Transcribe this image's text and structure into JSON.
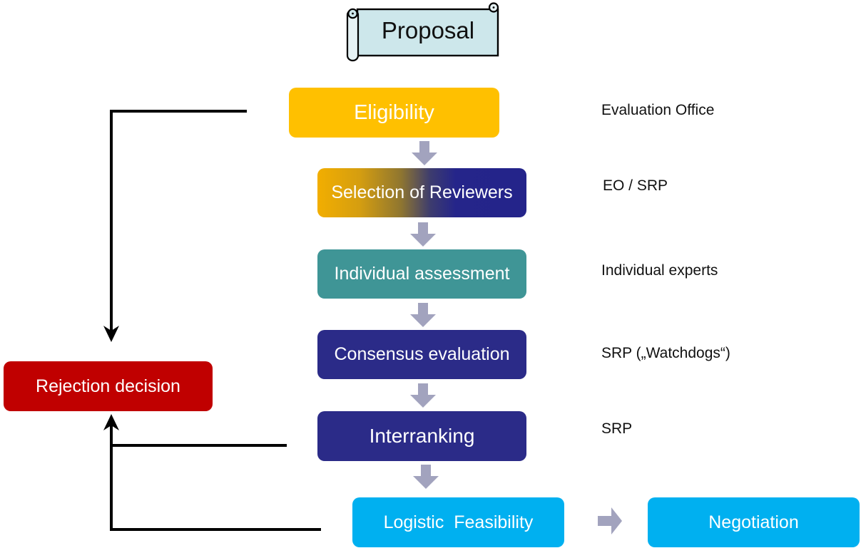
{
  "proposal": {
    "label": "Proposal"
  },
  "steps": [
    {
      "label": "Eligibility",
      "actor": "Evaluation Office"
    },
    {
      "label": "Selection of Reviewers",
      "actor": "EO / SRP"
    },
    {
      "label": "Individual assessment",
      "actor": "Individual experts"
    },
    {
      "label": "Consensus evaluation",
      "actor": "SRP („Watchdogs“)"
    },
    {
      "label": "Interranking",
      "actor": "SRP"
    },
    {
      "label": "Logistic  Feasibility",
      "actor": ""
    }
  ],
  "outcomes": {
    "negotiation": {
      "label": "Negotiation"
    },
    "rejection": {
      "label": "Rejection decision"
    }
  },
  "colors": {
    "amber": "#FFC000",
    "gradient_left": "#F2AE00",
    "gradient_right": "#24248A",
    "teal": "#3F9596",
    "indigo": "#2B2B88",
    "cyan": "#00B0F0",
    "red": "#C00000",
    "scroll_fill": "#CDE7EB",
    "flow_arrow_gray": "#A2A3BE",
    "connector_black": "#000000"
  }
}
